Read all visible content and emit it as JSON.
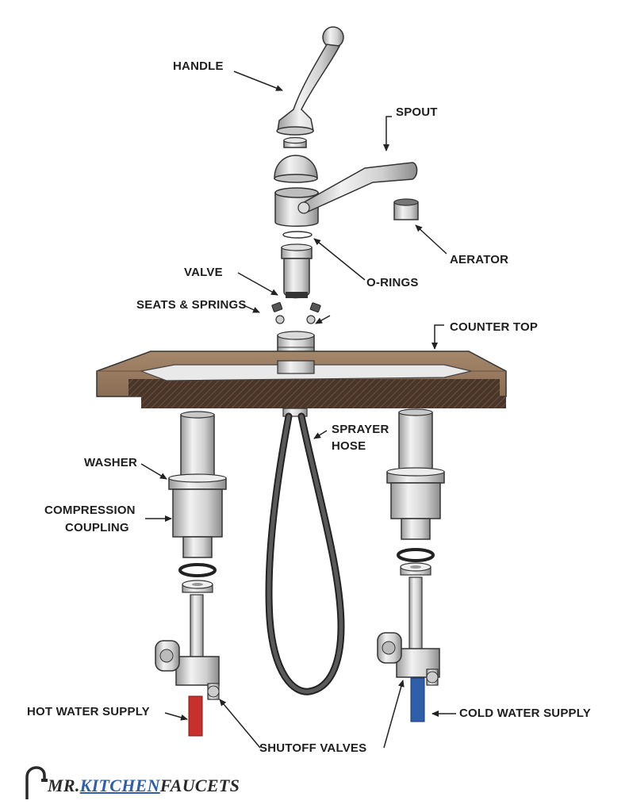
{
  "labels": {
    "handle": "HANDLE",
    "spout": "SPOUT",
    "aerator": "AERATOR",
    "valve": "VALVE",
    "o_rings": "O-RINGS",
    "seats_springs": "SEATS & SPRINGS",
    "counter_top": "COUNTER TOP",
    "sprayer_hose_line1": "SPRAYER",
    "sprayer_hose_line2": "HOSE",
    "washer": "WASHER",
    "compression_coupling_line1": "COMPRESSION",
    "compression_coupling_line2": "COUPLING",
    "hot_water_supply": "HOT WATER SUPPLY",
    "cold_water_supply": "COLD WATER SUPPLY",
    "shutoff_valves": "SHUTOFF VALVES"
  },
  "logo": {
    "prefix": "MR.",
    "accent": "KITCHEN",
    "suffix": "FAUCETS"
  },
  "colors": {
    "counter_top": "#8b6f56",
    "hot_pipe": "#c8302c",
    "cold_pipe": "#2e5fa8",
    "metal": "#d6d6d6",
    "outline": "#333333",
    "logo_accent": "#2e5fa8"
  }
}
